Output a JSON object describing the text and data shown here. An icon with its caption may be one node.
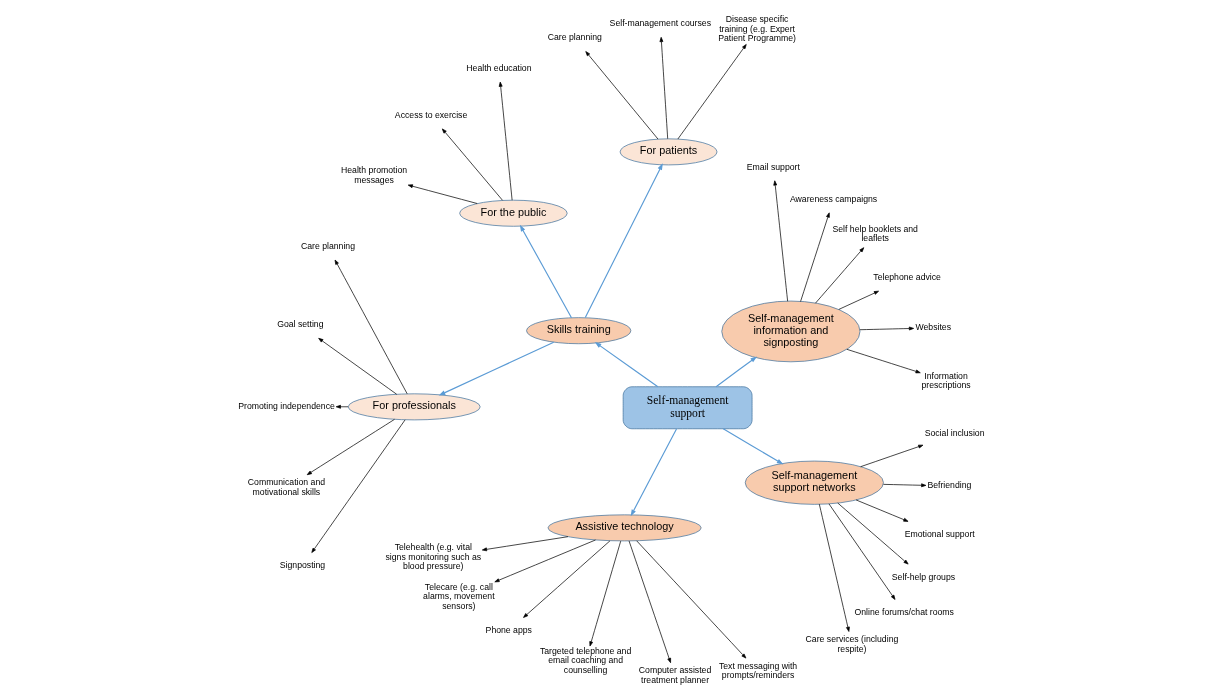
{
  "diagram": {
    "nodes": [
      {
        "text": [
          "Self-management support"
        ]
      },
      {
        "text": [
          "Self-management information and signposting"
        ]
      },
      {
        "text": [
          "Skills training"
        ]
      },
      {
        "text": [
          "For patients"
        ]
      },
      {
        "text": [
          "For the public"
        ]
      },
      {
        "text": [
          "For professionals"
        ]
      },
      {
        "text": [
          "Assistive technology"
        ]
      },
      {
        "text": [
          "Self-management support networks"
        ]
      },
      {
        "text": [
          "Information prescriptions"
        ]
      },
      {
        "text": [
          "Websites"
        ]
      },
      {
        "text": [
          "Telephone advice"
        ]
      },
      {
        "text": [
          "Self help booklets and leaflets"
        ]
      },
      {
        "text": [
          "Awareness campaigns"
        ]
      },
      {
        "text": [
          "Email support"
        ]
      },
      {
        "text": [
          "Disease specific training (e.g. Expert Patient Programme)"
        ]
      },
      {
        "text": [
          "Self-management courses"
        ]
      },
      {
        "text": [
          "Care planning"
        ]
      },
      {
        "text": [
          "Health education"
        ]
      },
      {
        "text": [
          "Access to exercise"
        ]
      },
      {
        "text": [
          "Health promotion messages"
        ]
      },
      {
        "text": [
          "Care planning"
        ]
      },
      {
        "text": [
          "Goal setting"
        ]
      },
      {
        "text": [
          "Promoting independence"
        ]
      },
      {
        "text": [
          "Communication and motivational skills"
        ]
      },
      {
        "text": [
          "Signposting"
        ]
      },
      {
        "text": [
          "Telehealth (e.g. vital signs monitoring such as blood pressure)"
        ]
      },
      {
        "text": [
          "Telecare (e.g. call alarms, movement sensors)"
        ]
      },
      {
        "text": [
          "Phone apps"
        ]
      },
      {
        "text": [
          "Targeted telephone and email coaching and counselling"
        ]
      },
      {
        "text": [
          "Computer assisted treatment planner"
        ]
      },
      {
        "text": [
          "Text messaging with prompts/reminders"
        ]
      },
      {
        "text": [
          "Care services (including respite)"
        ]
      },
      {
        "text": [
          "Online forums/chat rooms"
        ]
      },
      {
        "text": [
          "Self-help groups"
        ]
      },
      {
        "text": [
          "Emotional support"
        ]
      },
      {
        "text": [
          "Befriending"
        ]
      },
      {
        "text": [
          "Social inclusion"
        ]
      }
    ],
    "edges": [
      {
        "from": 0,
        "to": 1,
        "arrow": "to",
        "color": "#5b9bd5"
      },
      {
        "from": 0,
        "to": 2,
        "arrow": "to",
        "color": "#5b9bd5"
      },
      {
        "from": 0,
        "to": 6,
        "arrow": "to",
        "color": "#5b9bd5"
      },
      {
        "from": 0,
        "to": 7,
        "arrow": "to",
        "color": "#5b9bd5"
      },
      {
        "from": 2,
        "to": 3,
        "arrow": "to",
        "color": "#5b9bd5"
      },
      {
        "from": 2,
        "to": 4,
        "arrow": "to",
        "color": "#5b9bd5"
      },
      {
        "from": 2,
        "to": 5,
        "arrow": "to",
        "color": "#5b9bd5"
      },
      {
        "from": 1,
        "to": 8,
        "arrow": "to"
      },
      {
        "from": 1,
        "to": 9,
        "arrow": "to"
      },
      {
        "from": 1,
        "to": 10,
        "arrow": "to"
      },
      {
        "from": 1,
        "to": 11,
        "arrow": "to"
      },
      {
        "from": 1,
        "to": 12,
        "arrow": "to"
      },
      {
        "from": 1,
        "to": 13,
        "arrow": "to"
      },
      {
        "from": 3,
        "to": 14,
        "arrow": "to"
      },
      {
        "from": 3,
        "to": 15,
        "arrow": "to"
      },
      {
        "from": 3,
        "to": 16,
        "arrow": "to"
      },
      {
        "from": 4,
        "to": 17,
        "arrow": "to"
      },
      {
        "from": 4,
        "to": 18,
        "arrow": "to"
      },
      {
        "from": 4,
        "to": 19,
        "arrow": "to"
      },
      {
        "from": 5,
        "to": 20,
        "arrow": "to"
      },
      {
        "from": 5,
        "to": 21,
        "arrow": "to"
      },
      {
        "from": 5,
        "to": 22,
        "arrow": "to"
      },
      {
        "from": 5,
        "to": 23,
        "arrow": "to"
      },
      {
        "from": 5,
        "to": 24,
        "arrow": "to"
      },
      {
        "from": 6,
        "to": 25,
        "arrow": "to"
      },
      {
        "from": 6,
        "to": 26,
        "arrow": "to"
      },
      {
        "from": 6,
        "to": 27,
        "arrow": "to"
      },
      {
        "from": 6,
        "to": 28,
        "arrow": "to"
      },
      {
        "from": 6,
        "to": 29,
        "arrow": "to"
      },
      {
        "from": 6,
        "to": 30,
        "arrow": "to"
      },
      {
        "from": 7,
        "to": 31,
        "arrow": "to"
      },
      {
        "from": 7,
        "to": 32,
        "arrow": "to"
      },
      {
        "from": 7,
        "to": 33,
        "arrow": "to"
      },
      {
        "from": 7,
        "to": 34,
        "arrow": "to"
      },
      {
        "from": 7,
        "to": 35,
        "arrow": "to"
      },
      {
        "from": 7,
        "to": 36,
        "arrow": "to"
      }
    ]
  }
}
